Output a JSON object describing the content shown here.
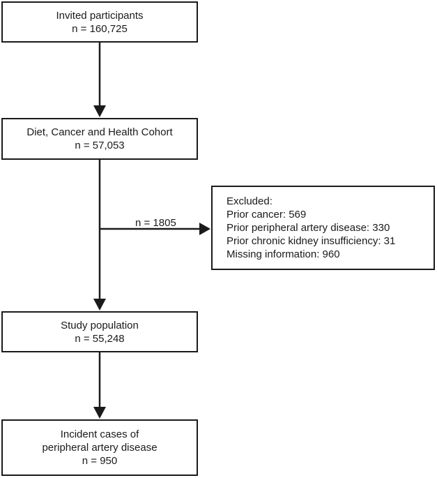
{
  "boxes": {
    "invited": {
      "line1": "Invited participants",
      "line2": "n = 160,725"
    },
    "cohort": {
      "line1": "Diet, Cancer and Health Cohort",
      "line2": "n = 57,053"
    },
    "excluded": {
      "heading": "Excluded:",
      "items": [
        "Prior cancer: 569",
        "Prior peripheral artery disease: 330",
        "Prior chronic kidney insufficiency: 31",
        "Missing information: 960"
      ]
    },
    "study": {
      "line1": "Study population",
      "line2": "n = 55,248"
    },
    "incident": {
      "line1": "Incident cases of",
      "line2": "peripheral artery disease",
      "line3": "n = 950"
    }
  },
  "edges": {
    "excluded_n": "n = 1805"
  },
  "colors": {
    "stroke": "#1a1a1a",
    "background": "#ffffff"
  }
}
